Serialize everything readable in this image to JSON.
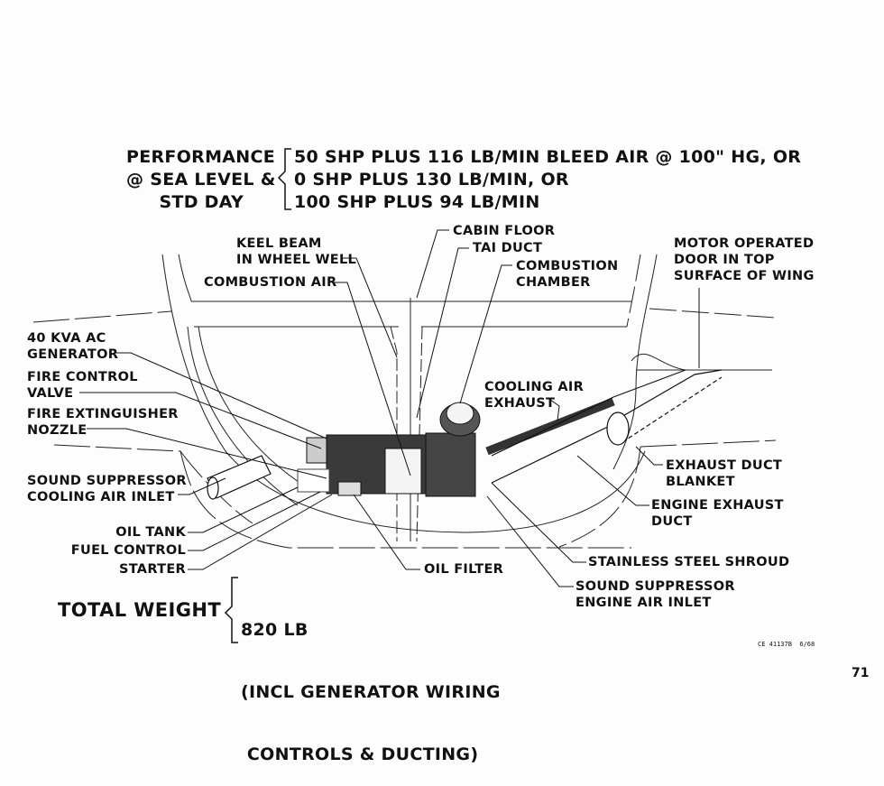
{
  "performance": {
    "heading_lines": [
      "PERFORMANCE",
      "@ SEA LEVEL &",
      "STD DAY"
    ],
    "conditions": [
      "50 SHP PLUS 116 LB/MIN BLEED AIR @ 100\" HG, OR",
      "0 SHP PLUS 130 LB/MIN, OR",
      "100 SHP PLUS 94 LB/MIN"
    ]
  },
  "labels": {
    "cabin_floor": "CABIN FLOOR",
    "tai_duct": "TAI DUCT",
    "combustion_chamber": [
      "COMBUSTION",
      "CHAMBER"
    ],
    "keel_beam": [
      "KEEL BEAM",
      "IN WHEEL WELL"
    ],
    "combustion_air": "COMBUSTION AIR",
    "motor_door": [
      "MOTOR OPERATED",
      "DOOR IN TOP",
      "SURFACE OF WING"
    ],
    "generator": [
      "40 KVA AC",
      "GENERATOR"
    ],
    "fire_control_valve": [
      "FIRE CONTROL",
      "VALVE"
    ],
    "fire_extinguisher_nozzle": [
      "FIRE EXTINGUISHER",
      "NOZZLE"
    ],
    "cooling_air_exhaust": [
      "COOLING AIR",
      "EXHAUST"
    ],
    "sound_suppressor_cooling": [
      "SOUND SUPPRESSOR",
      "COOLING AIR INLET"
    ],
    "exhaust_duct_blanket": [
      "EXHAUST DUCT",
      "BLANKET"
    ],
    "engine_exhaust_duct": [
      "ENGINE EXHAUST",
      "DUCT"
    ],
    "oil_tank": "OIL TANK",
    "fuel_control": "FUEL CONTROL",
    "starter": "STARTER",
    "oil_filter": "OIL FILTER",
    "stainless_steel_shroud": "STAINLESS STEEL SHROUD",
    "sound_suppressor_engine": [
      "SOUND SUPPRESSOR",
      "ENGINE AIR INLET"
    ]
  },
  "weight": {
    "heading": "TOTAL WEIGHT",
    "lines": [
      "820 LB",
      "(INCL GENERATOR WIRING",
      " CONTROLS & DUCTING)"
    ]
  },
  "drawing_code": "CE 41137B  6/68",
  "page_number": "71"
}
